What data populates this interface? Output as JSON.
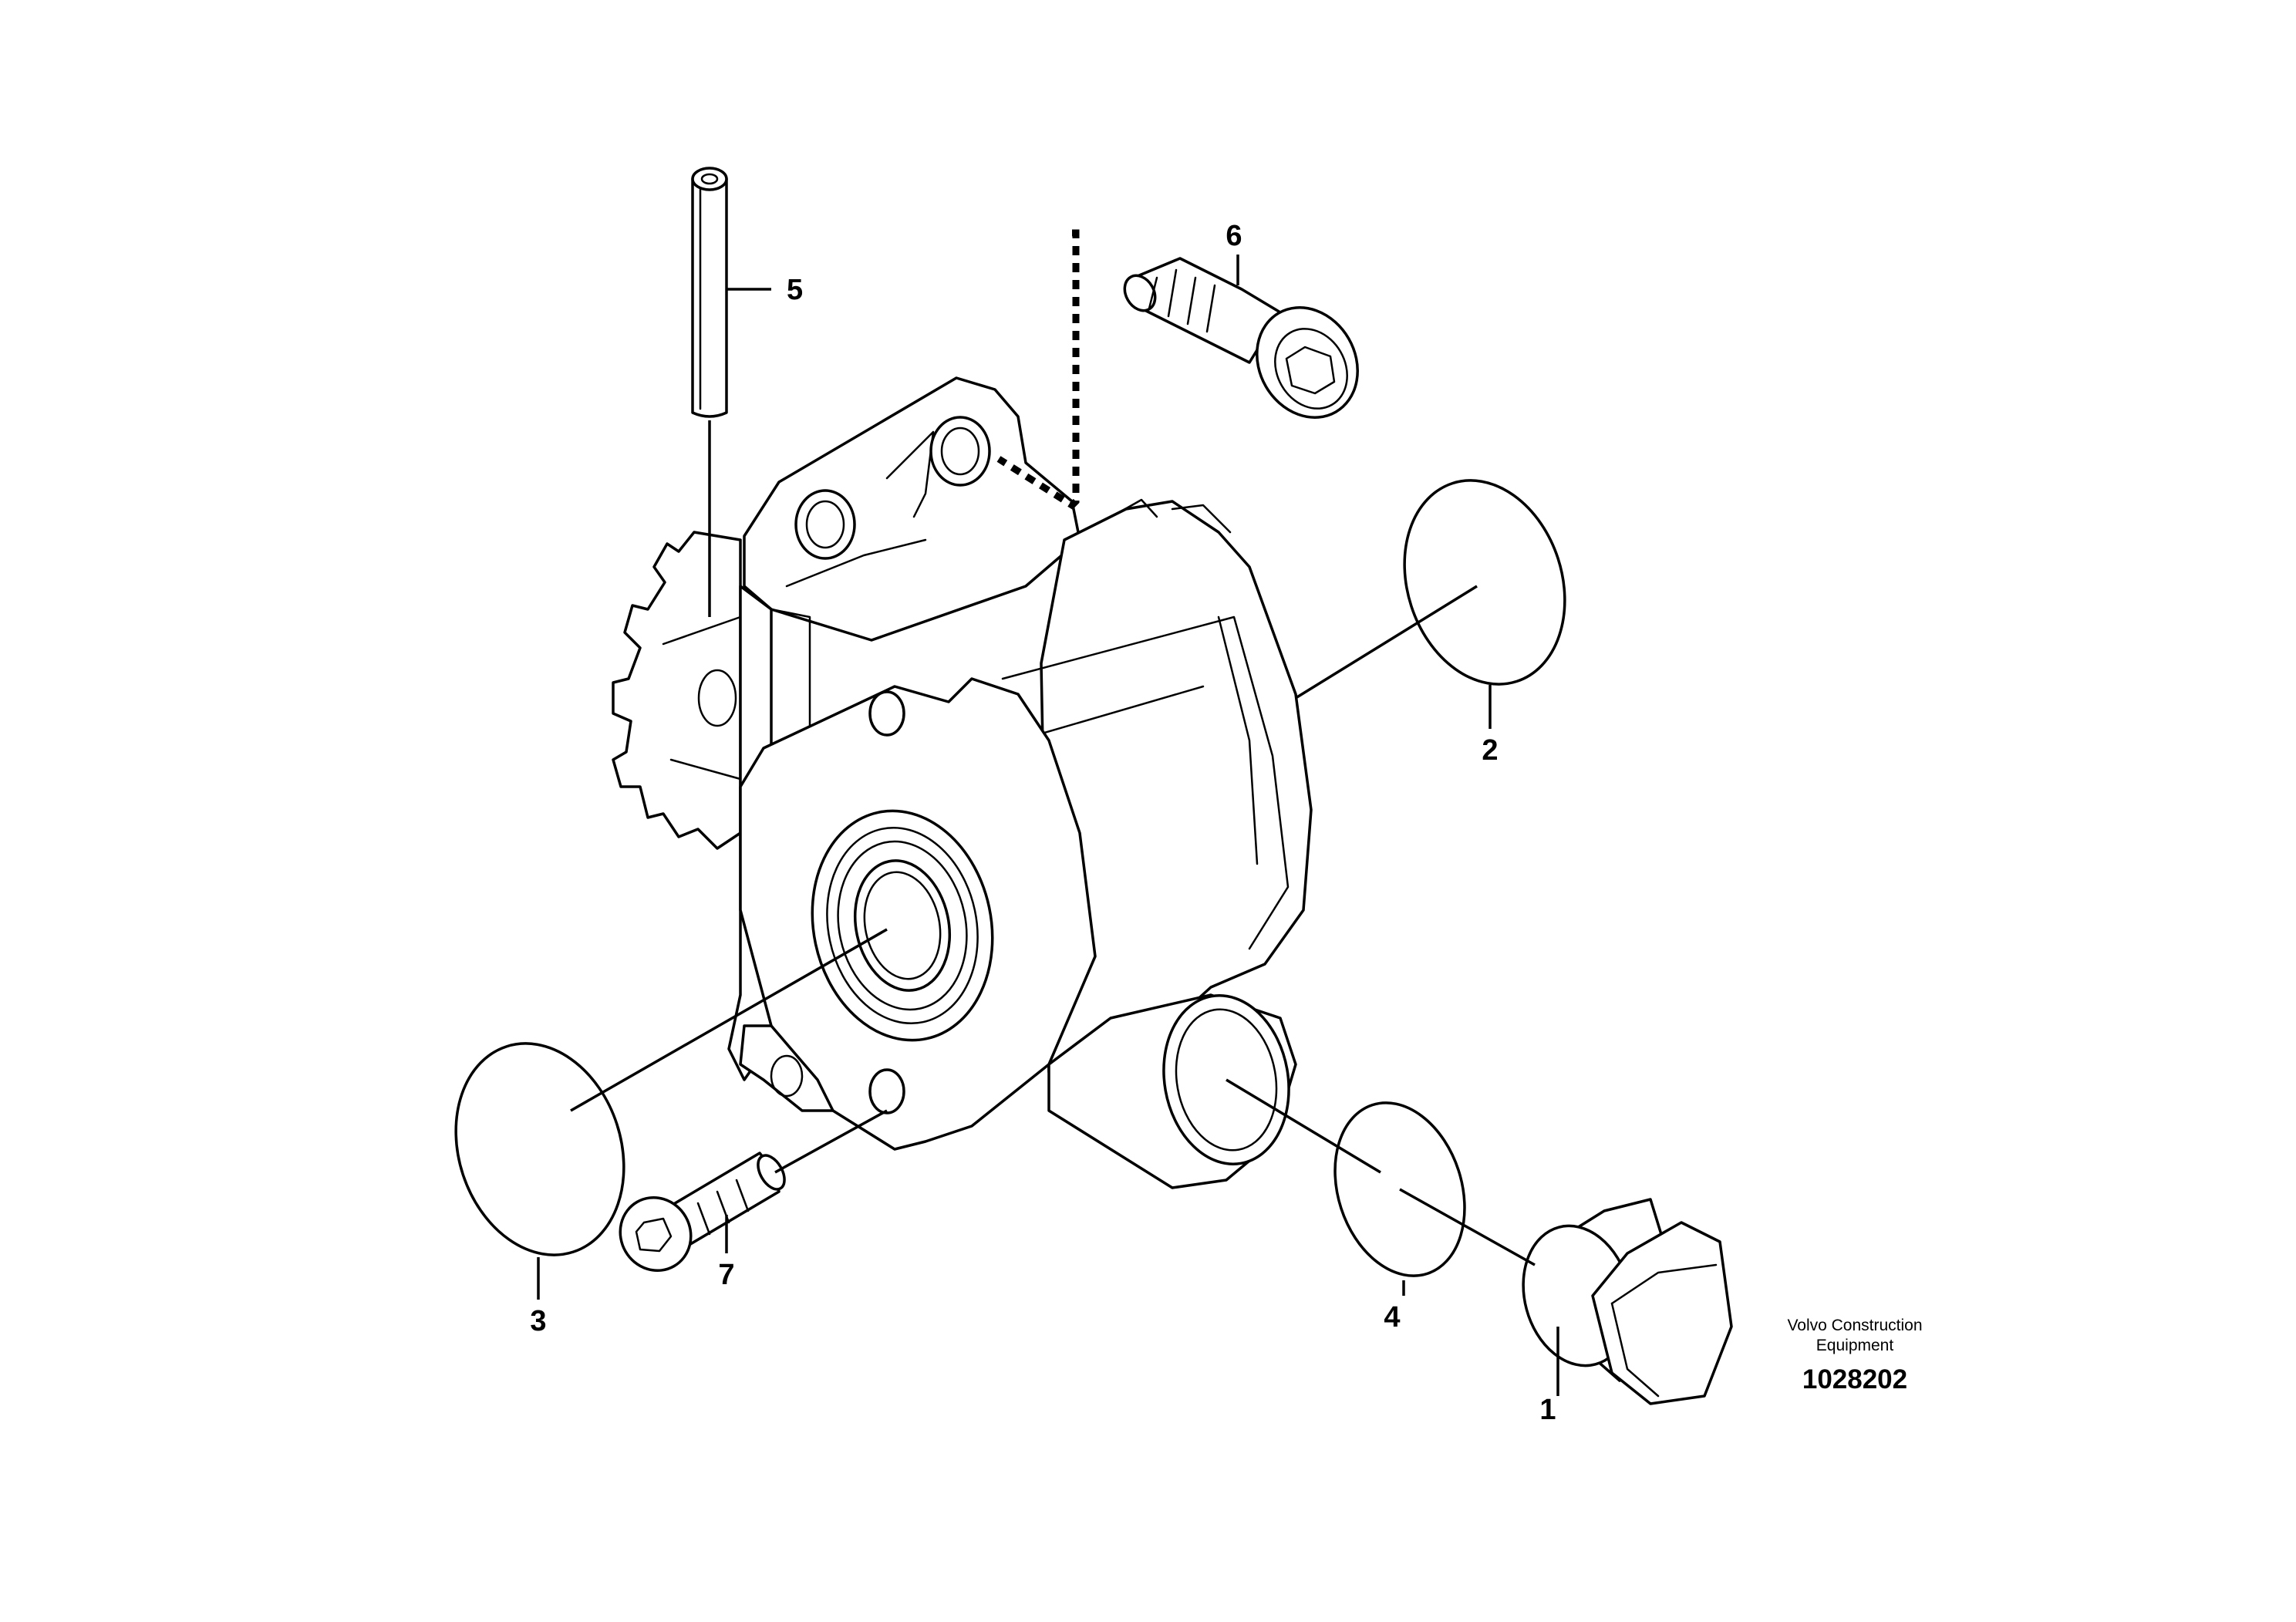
{
  "callouts": [
    {
      "id": "1",
      "label": "1"
    },
    {
      "id": "2",
      "label": "2"
    },
    {
      "id": "3",
      "label": "3"
    },
    {
      "id": "4",
      "label": "4"
    },
    {
      "id": "5",
      "label": "5"
    },
    {
      "id": "6",
      "label": "6"
    },
    {
      "id": "7",
      "label": "7"
    }
  ],
  "footer": {
    "brand_line1": "Volvo Construction",
    "brand_line2": "Equipment",
    "doc_number": "1028202"
  }
}
